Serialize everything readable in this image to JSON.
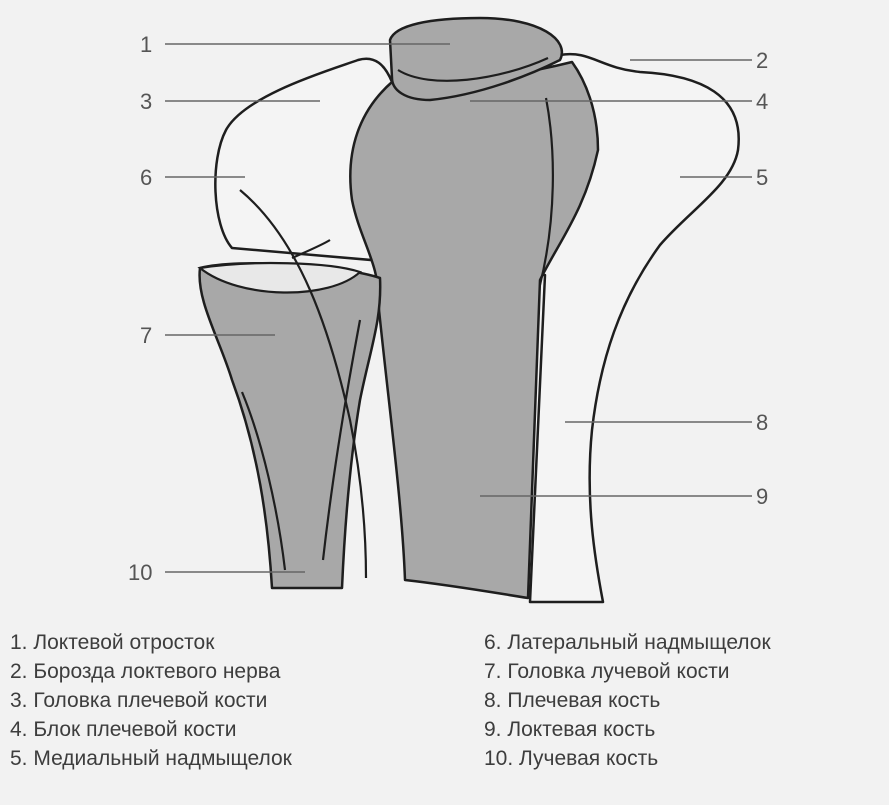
{
  "callouts": [
    "1",
    "2",
    "3",
    "4",
    "5",
    "6",
    "7",
    "8",
    "9",
    "10"
  ],
  "legend": {
    "left": [
      "1. Локтевой отросток",
      "2. Борозда локтевого нерва",
      "3. Головка плечевой кости",
      "4. Блок плечевой кости",
      "5. Медиальный надмыщелок"
    ],
    "right": [
      "6. Латеральный надмыщелок",
      "7. Головка лучевой кости",
      "8. Плечевая кость",
      "9. Локтевая кость",
      "10. Лучевая кость"
    ]
  },
  "colors": {
    "background": "#f2f2f2",
    "bone_shade": "#a8a8a8",
    "bone_light": "#f4f4f4",
    "outline": "#1e1e1e",
    "leader": "#666666"
  }
}
